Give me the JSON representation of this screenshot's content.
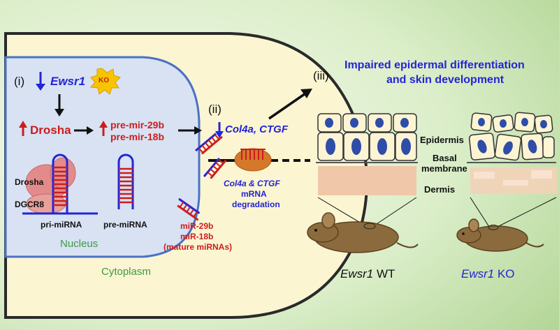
{
  "colors": {
    "background_light": "#f3f8ec",
    "background_green": "#b8d99a",
    "cytoplasm": "#fbf5d2",
    "cell_border": "#333333",
    "nucleus": "#d8e2f3",
    "nucleus_border": "#4a72c4",
    "red": "#cc1d1d",
    "blue": "#2424d6",
    "green_label": "#3f9a3f",
    "ko_star": "#f7c400",
    "drosha_protein": "#e38b8b",
    "ribosome": "#d4792b",
    "epidermis_cell": "#fcf4d3",
    "epidermis_nucleus": "#2e4ca8",
    "dermis": "#f0c7a8",
    "mouse": "#8b6b3d"
  },
  "steps": {
    "step1": "(i)",
    "step2": "(ii)",
    "step3": "(iii)"
  },
  "nucleus": {
    "gene": "Ewsr1",
    "ko_badge": "KO",
    "drosha": "Drosha",
    "pre_mir_line1": "pre-mir-29b",
    "pre_mir_line2": "pre-mir-18b",
    "protein_drosha": "Drosha",
    "protein_dgcr8": "DGCR8",
    "pri_mirna": "pri-miRNA",
    "pre_mirna": "pre-miRNA",
    "label": "Nucleus"
  },
  "cytoplasm": {
    "targets": "Col4a, CTGF",
    "degradation_line1": "Col4a & CTGF",
    "degradation_line2": "mRNA",
    "degradation_line3": "degradation",
    "mature_line1": "miR-29b",
    "mature_line2": "miR-18b",
    "mature_line3": "(mature miRNAs)",
    "label": "Cytoplasm"
  },
  "outcome": {
    "line1": "Impaired epidermal differentiation",
    "line2": "and skin development"
  },
  "skin": {
    "epidermis": "Epidermis",
    "basal_line1": "Basal",
    "basal_line2": "membrane",
    "dermis": "Dermis"
  },
  "mice": {
    "wt_gene": "Ewsr1",
    "wt_label": " WT",
    "ko_gene": "Ewsr1",
    "ko_label": " KO"
  }
}
